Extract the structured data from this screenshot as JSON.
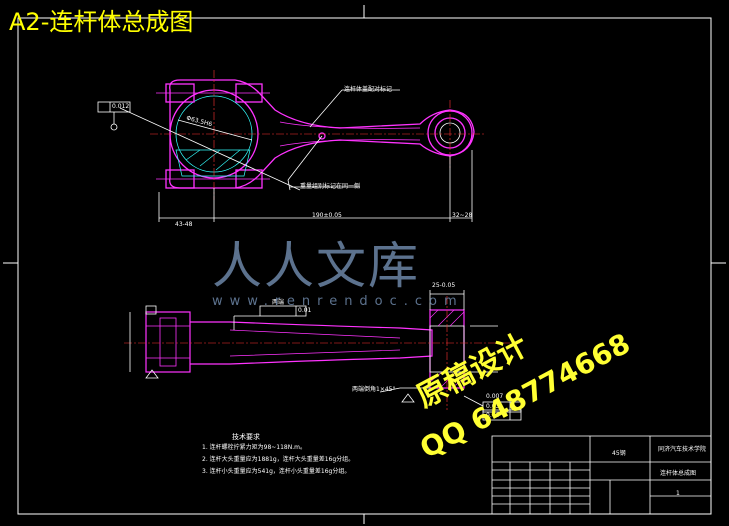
{
  "drawing": {
    "title": "A2-连杆体总成图",
    "watermark_cn": "人人文库",
    "watermark_url": "www.renrendoc.com",
    "overlay_line1": "原稿设计",
    "overlay_line2": "QQ 648774668"
  },
  "top_view": {
    "dim_left": "43-48",
    "dim_mid": "190±0.05",
    "dim_right": "32~28",
    "note_1": "连杆体盖配对标记",
    "note_2": "重量组别标记在同一侧",
    "gd_tol": "0.012",
    "bore_label": "Φ63.5H6"
  },
  "side_view": {
    "tol_1": "0.01",
    "label_1": "两端",
    "dim_width": "25-0.05",
    "tol_2": "0.007",
    "tol_3": "0.03",
    "tol_4": "0.04",
    "chamfer": "两端倒角1×45°"
  },
  "tech_req": {
    "heading": "技术要求",
    "items": [
      "1. 连杆螺栓拧紧力矩为98~118N.m。",
      "2. 连杆大头重量应为1881g，连杆大头重量差16g分组。",
      "3. 连杆小头重量应为541g，连杆小头重量差16g分组。"
    ]
  },
  "title_block": {
    "school": "同济汽车技术学院",
    "part_name": "连杆体总成图",
    "material": "45钢",
    "sheet": "1"
  }
}
